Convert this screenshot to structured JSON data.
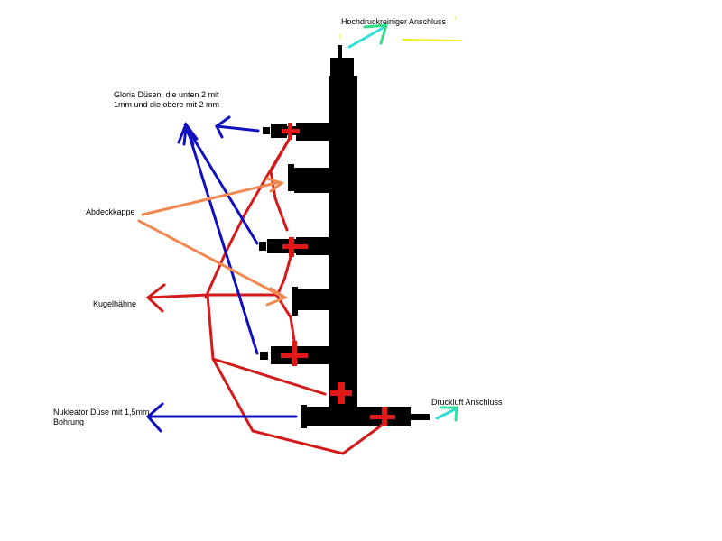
{
  "diagram": {
    "title": "",
    "labels": {
      "high_pressure": "Hochdruckreiniger Anschluss",
      "gloria_nozzles": "Gloria Düsen, die unten 2 mit\n1mm und die obere mit 2 mm",
      "cover_cap": "Abdeckkappe",
      "ball_valves": "Kugelhähne",
      "nucleator_nozzle": "Nukleator Düse mit 1,5mm\nBohrung",
      "compressed_air": "Druckluft Anschluss"
    },
    "colors": {
      "manifold": "#000000",
      "valve": "#e01818",
      "valve_lines": "#d41a1a",
      "nozzle_arrows": "#1010c0",
      "cap_arrows": "#f08850",
      "hp_arrow": "#30e0c8",
      "air_arrow": "#30e0a8",
      "yellow_mark": "#f0f020"
    }
  }
}
